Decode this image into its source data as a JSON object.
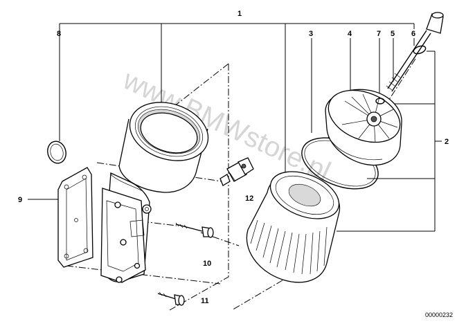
{
  "callouts": {
    "c1": "1",
    "c2": "2",
    "c3": "3",
    "c4": "4",
    "c5": "5",
    "c6": "6",
    "c7": "7",
    "c8": "8",
    "c9": "9",
    "c10": "10",
    "c11": "11",
    "c12": "12"
  },
  "document_number": "00000232",
  "watermark": "www.BMWstore.pl"
}
